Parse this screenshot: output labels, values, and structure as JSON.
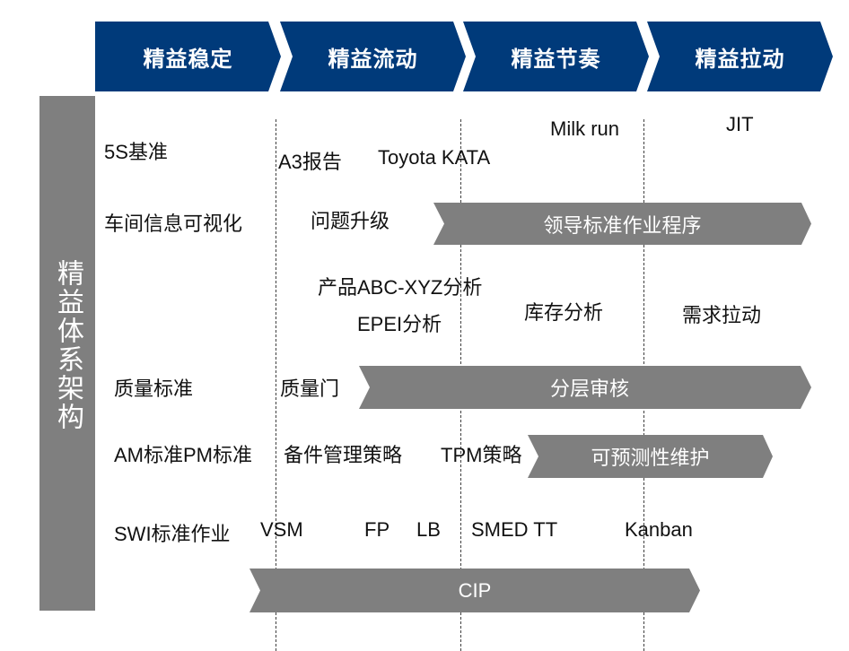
{
  "phases": [
    "精益稳定",
    "精益流动",
    "精益节奏",
    "精益拉动"
  ],
  "sidebar_title": "精益体系架构",
  "colors": {
    "phase_fill": "#003a7a",
    "bar_fill": "#7f7f7f",
    "sidebar_fill": "#7f7f7f"
  },
  "items": {
    "s5": "5S基准",
    "a3": "A3报告",
    "kata": "Toyota KATA",
    "milkrun": "Milk run",
    "jit": "JIT",
    "visual": "车间信息可视化",
    "escalation": "问题升级",
    "abc": "产品ABC-XYZ分析",
    "epei": "EPEI分析",
    "inventory": "库存分析",
    "demand": "需求拉动",
    "quality_std": "质量标准",
    "quality_gate": "质量门",
    "ampm": "AM标准PM标准",
    "spares": "备件管理策略",
    "tpm": "TPM策略",
    "swi": "SWI标准作业",
    "vsm": "VSM",
    "fp": "FP",
    "lb": "LB",
    "smed": "SMED TT",
    "kanban": "Kanban"
  },
  "bars": {
    "leader": "领导标准作业程序",
    "audit": "分层审核",
    "pm": "可预测性维护",
    "cip": "CIP"
  }
}
